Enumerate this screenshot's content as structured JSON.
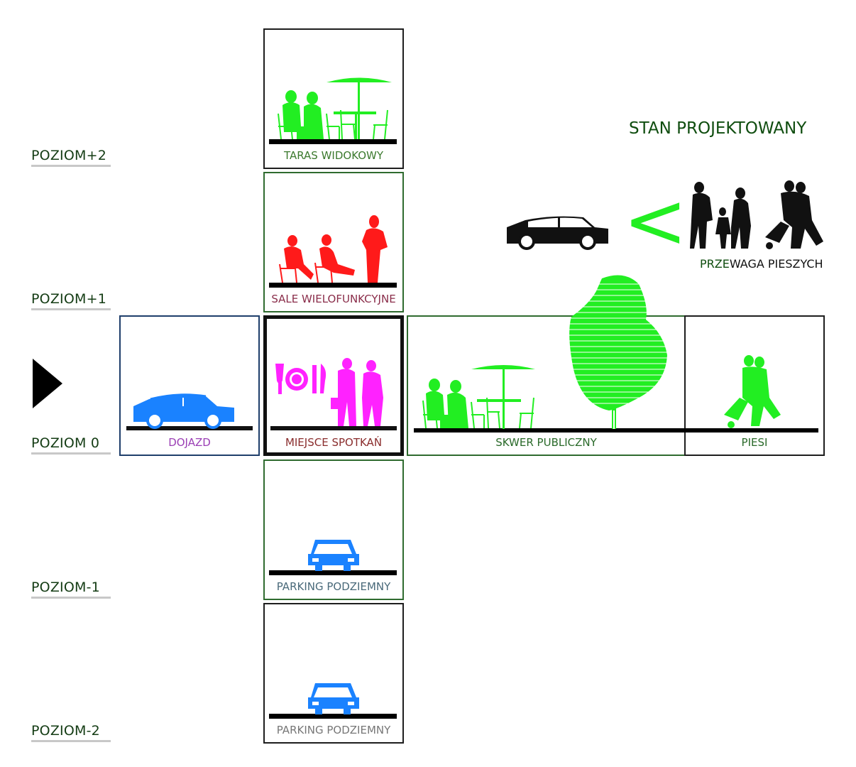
{
  "title": "STAN PROJEKTOWANY",
  "legend": {
    "caption_part1": "PRZE",
    "caption_part2": "WAGA PIESZYCH",
    "comparison_symbol": "<"
  },
  "levels": {
    "plus2": "POZIOM+2",
    "plus1": "POZIOM+1",
    "zero": "POZIOM 0",
    "minus1": "POZIOM-1",
    "minus2": "POZIOM-2"
  },
  "boxes": {
    "taras": "TARAS WIDOKOWY",
    "sale": "SALE WIELOFUNKCYJNE",
    "dojazd": "DOJAZD",
    "miejsce": "MIEJSCE SPOTKAŃ",
    "skwer": "SKWER PUBLICZNY",
    "piesi": "PIESI",
    "parking1": "PARKING PODZIEMNY",
    "parking2": "PARKING PODZIEMNY"
  },
  "colors": {
    "green": "#22ee22",
    "red": "#ff1a1a",
    "magenta": "#ff22ff",
    "blue": "#1a82ff",
    "black": "#111111"
  },
  "icons": [
    "cafe-table-umbrella-icon",
    "people-meeting-icon",
    "car-side-icon",
    "cutlery-icon",
    "pedestrian-icon",
    "tree-icon",
    "car-front-icon",
    "family-icon",
    "play-arrow-icon"
  ]
}
